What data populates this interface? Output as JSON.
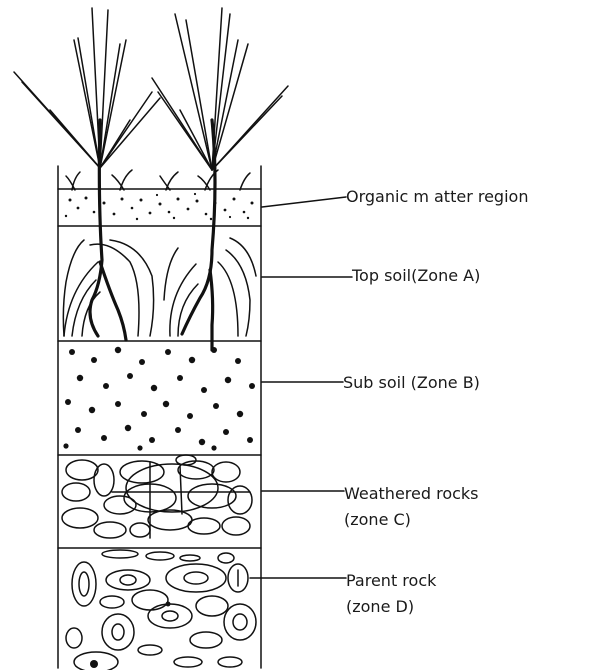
{
  "labels": {
    "organic": "Organic m atter region",
    "topsoil": "Top soil(Zone A)",
    "subsoil": "Sub soil (Zone B)",
    "weathered_line1": "Weathered rocks",
    "weathered_line2": "(zone C)",
    "parent_line1": "Parent rock",
    "parent_line2": "(zone D)"
  },
  "layers": [
    "organic-matter-region",
    "top-soil",
    "sub-soil",
    "weathered-rocks",
    "parent-rock"
  ]
}
